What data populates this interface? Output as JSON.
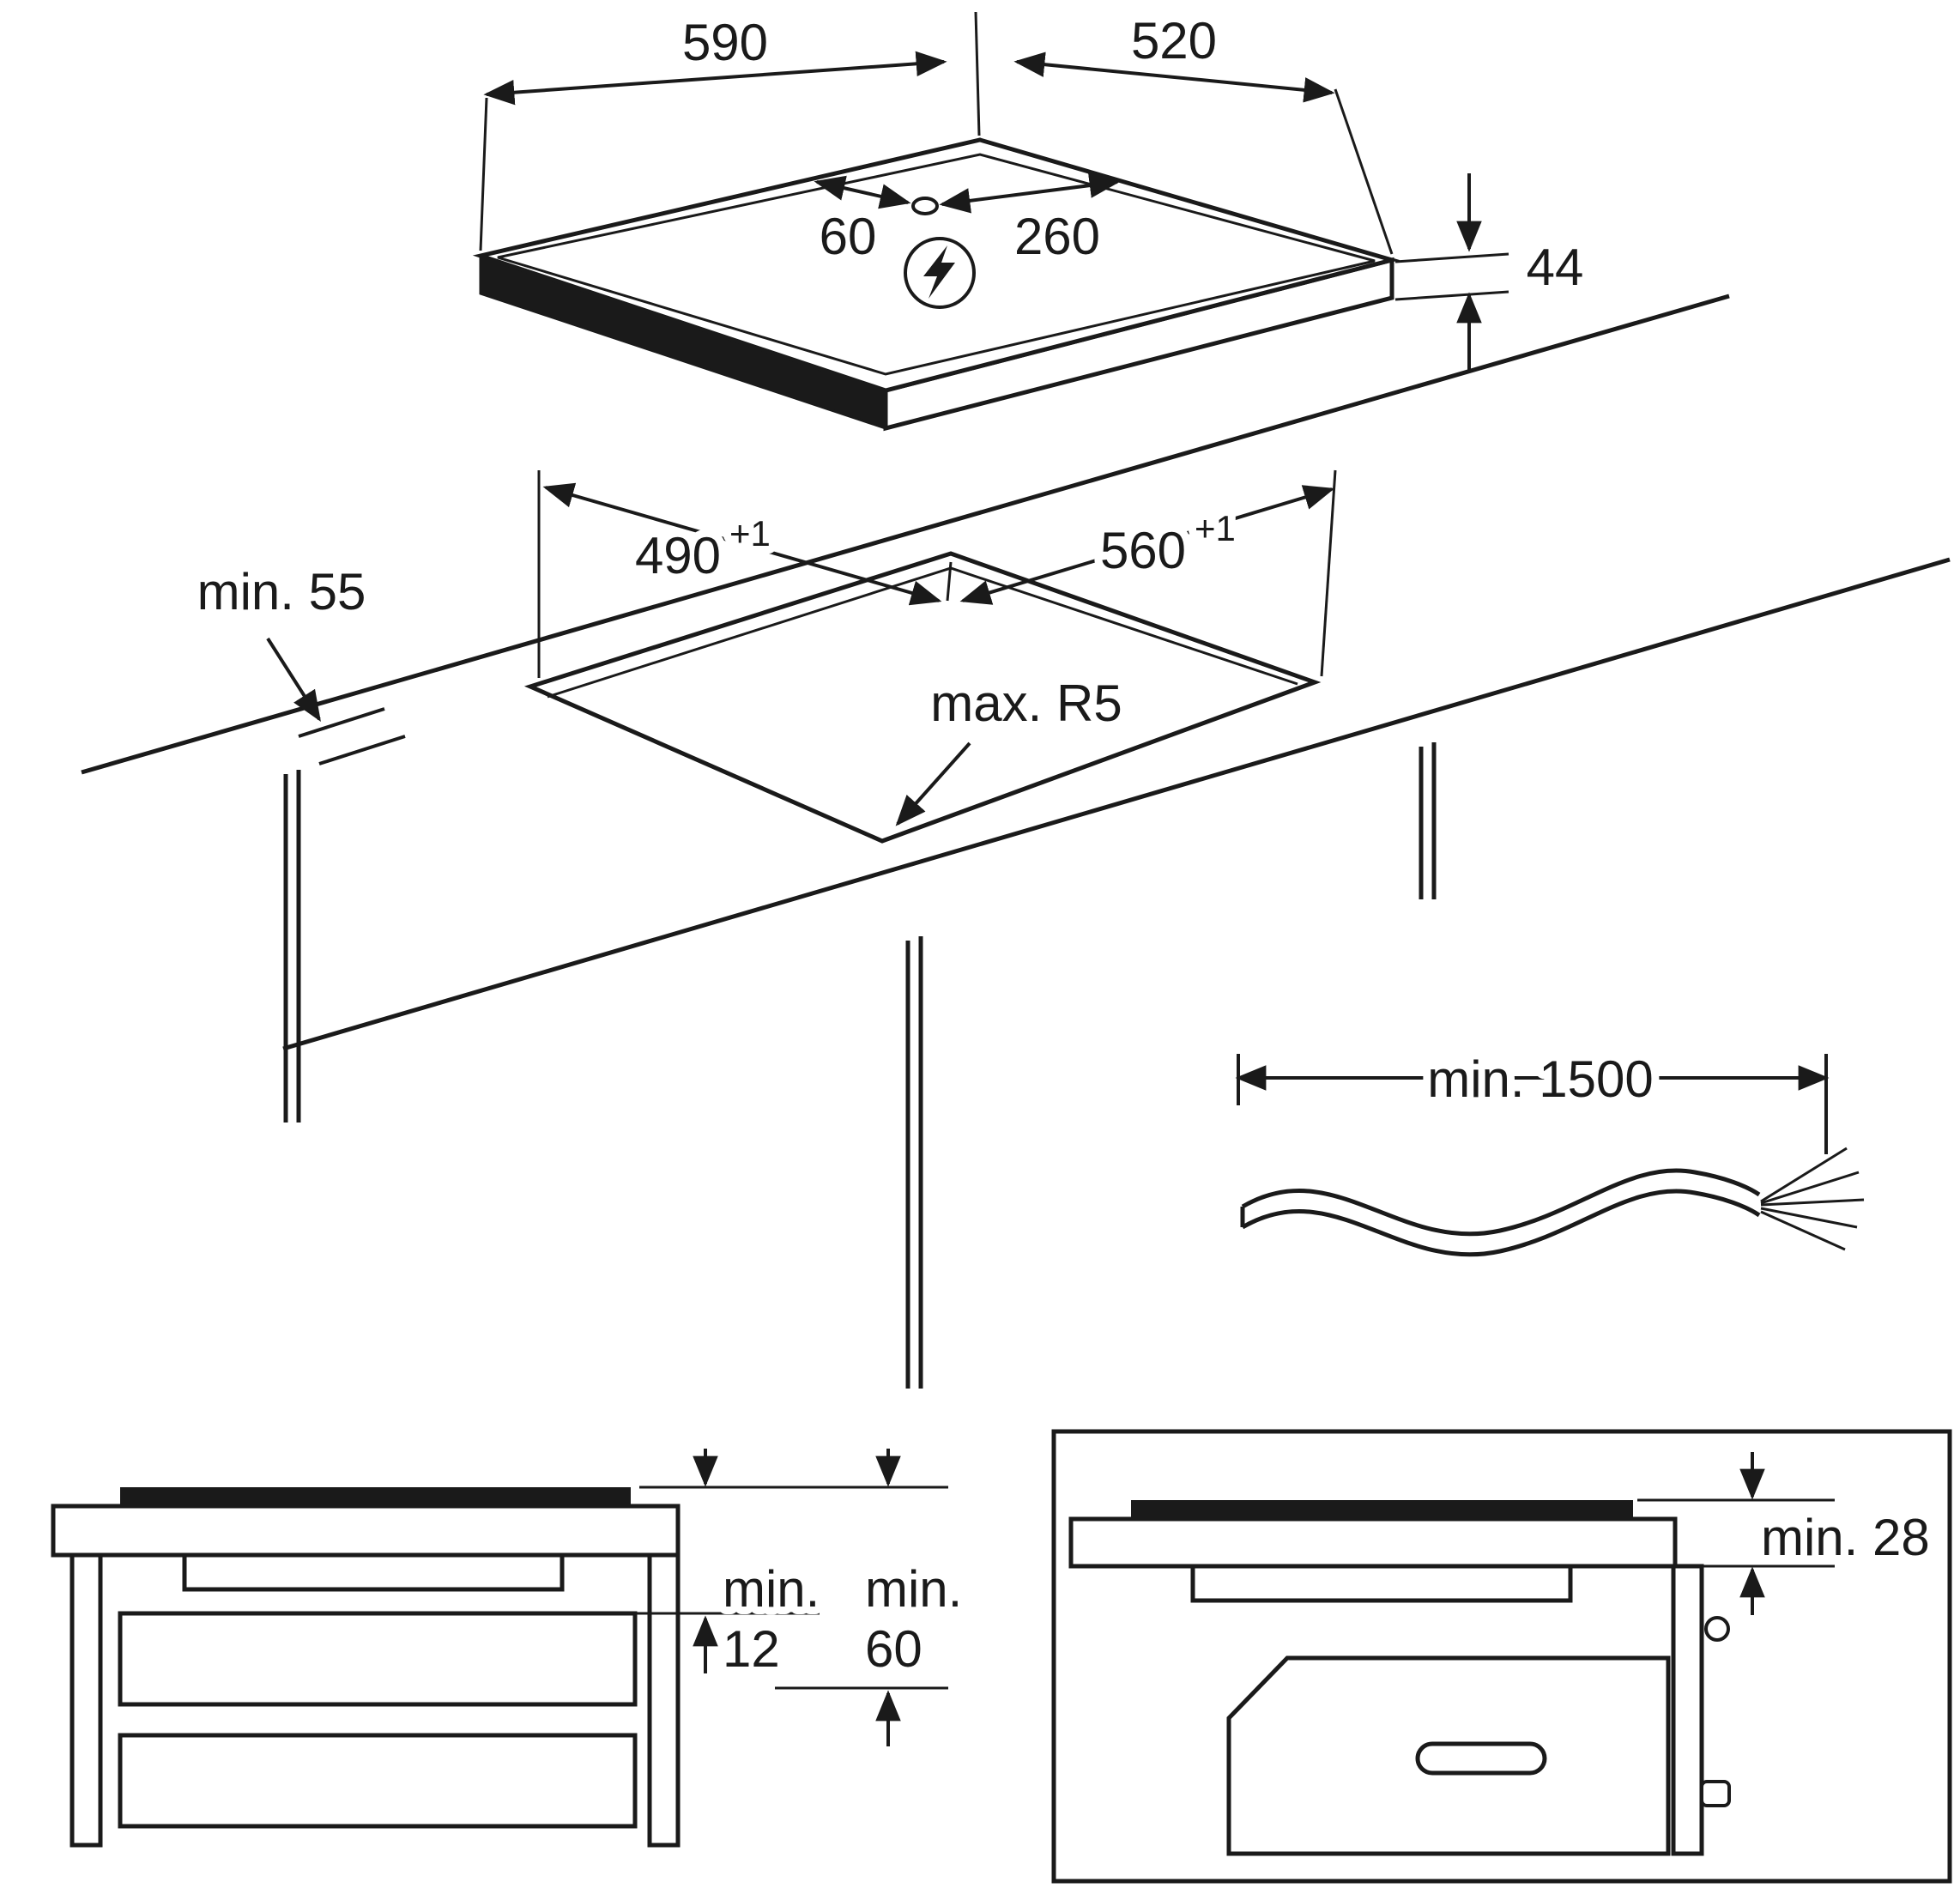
{
  "page": {
    "background": "#ffffff",
    "line_color": "#1a1a1a"
  },
  "icons": {
    "power": "lightning-bolt-icon"
  },
  "hob": {
    "width_mm": "590",
    "depth_mm": "520",
    "hole_offset_mm": "60",
    "hole_center_mm": "260",
    "height_mm": "44"
  },
  "cutout": {
    "front_clearance": "min. 55",
    "depth_mm": "490",
    "depth_tol": "+1",
    "width_mm": "560",
    "width_tol": "+1",
    "corner_radius": "max. R5"
  },
  "cable": {
    "min_length": "min. 1500"
  },
  "clearances": {
    "drawer_label": "min.",
    "drawer_value": "12",
    "shelf_label": "min.",
    "shelf_value": "60",
    "worktop_label": "min. 28"
  }
}
